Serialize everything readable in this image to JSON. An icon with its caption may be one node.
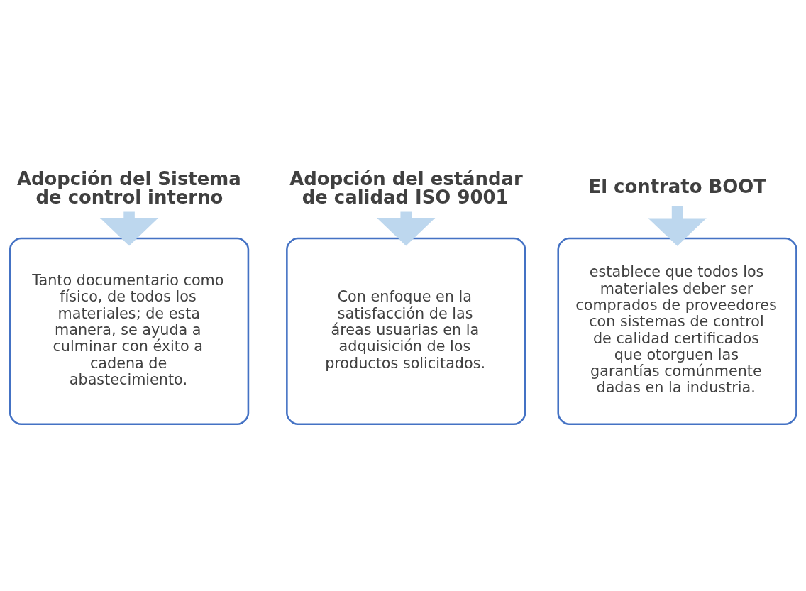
{
  "diagram": {
    "nodes": [
      {
        "text": [
          "Adopción del Sistema de control interno"
        ]
      },
      {
        "text": [
          "Tanto documentario como físico, de todos los materiales; de esta manera, se ayuda a culminar con éxito a cadena de abastecimiento."
        ]
      },
      {
        "text": [
          "Adopción del estándar de calidad ISO 9001"
        ]
      },
      {
        "text": [
          "Con enfoque en la satisfacción de las áreas usuarias en la adquisición de los productos solicitados."
        ]
      },
      {
        "text": [
          "El contrato BOOT"
        ]
      },
      {
        "text": [
          "establece que todos los materiales deber ser comprados de proveedores con sistemas de control de calidad certificados que otorguen las garantías comúnmente dadas en la industria."
        ]
      }
    ],
    "edges": [
      {
        "from": 0,
        "to": 1,
        "arrow": "to"
      },
      {
        "from": 2,
        "to": 3,
        "arrow": "to"
      },
      {
        "from": 4,
        "to": 5,
        "arrow": "to"
      }
    ]
  }
}
